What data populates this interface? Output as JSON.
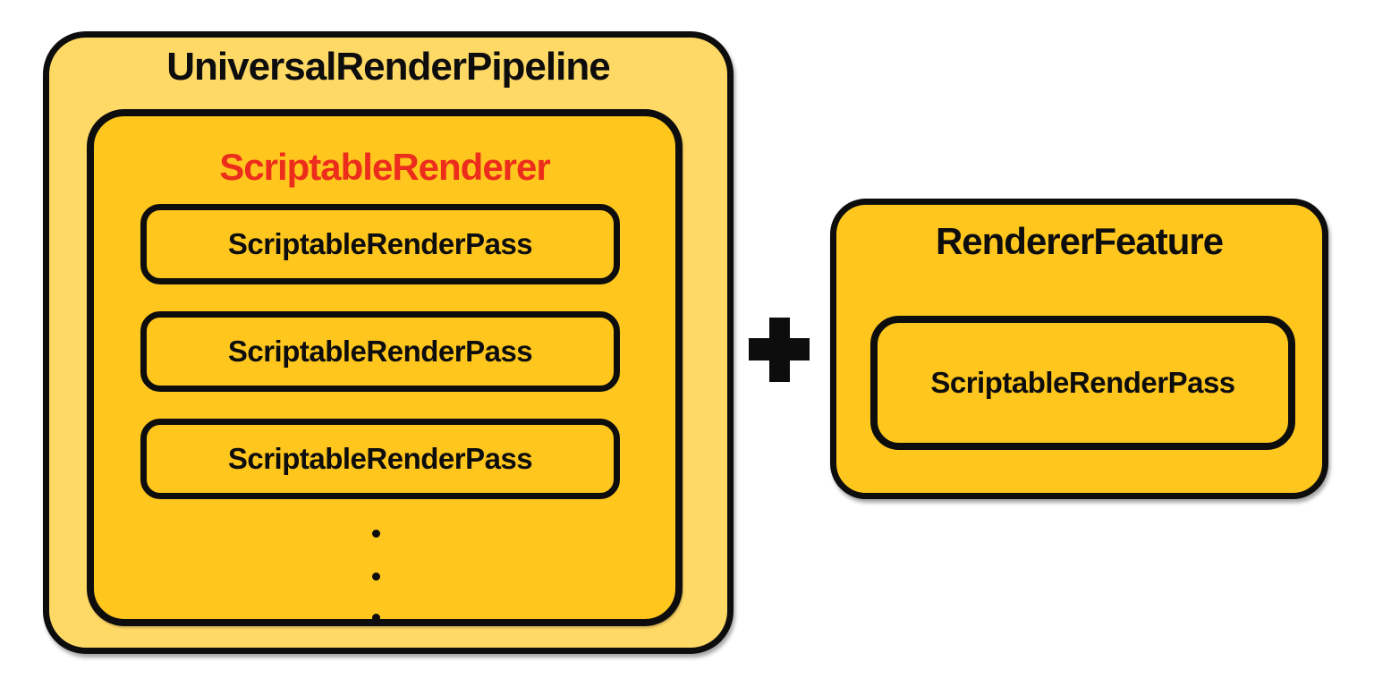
{
  "diagram": {
    "background": "#ffffff",
    "colors": {
      "outer_fill": "#FFD966",
      "inner_fill": "#FFC61E",
      "border": "#0d0d0d",
      "red_title": "#ED2D1C",
      "text": "#0d0d0d"
    },
    "pipeline": {
      "title": "UniversalRenderPipeline",
      "renderer": {
        "title": "ScriptableRenderer",
        "passes": [
          "ScriptableRenderPass",
          "ScriptableRenderPass",
          "ScriptableRenderPass"
        ],
        "ellipsis": "vertical-three-dots"
      }
    },
    "plus": "plus-icon",
    "feature": {
      "title": "RendererFeature",
      "pass": "ScriptableRenderPass"
    }
  }
}
